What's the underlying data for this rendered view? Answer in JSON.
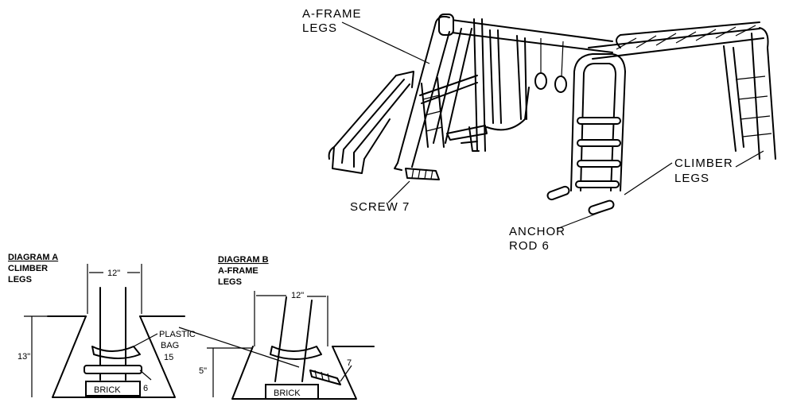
{
  "labels": {
    "a_frame_line1": "A-FRAME",
    "a_frame_line2": "LEGS",
    "screw": "SCREW 7",
    "anchor_line1": "ANCHOR",
    "anchor_line2": "ROD 6",
    "climber_line1": "CLIMBER",
    "climber_line2": "LEGS"
  },
  "diagram_a": {
    "title": "DIAGRAM A",
    "subtitle_line1": "CLIMBER",
    "subtitle_line2": "LEGS",
    "width_label": "12\"",
    "depth_label": "13\"",
    "bag_line1": "PLASTIC",
    "bag_line2": "BAG",
    "bag_num": "15",
    "brick": "BRICK",
    "part": "6"
  },
  "diagram_b": {
    "title": "DIAGRAM B",
    "subtitle_line1": "A-FRAME",
    "subtitle_line2": "LEGS",
    "width_label": "12\"",
    "depth_label": "5\"",
    "brick": "BRICK",
    "part": "7"
  }
}
